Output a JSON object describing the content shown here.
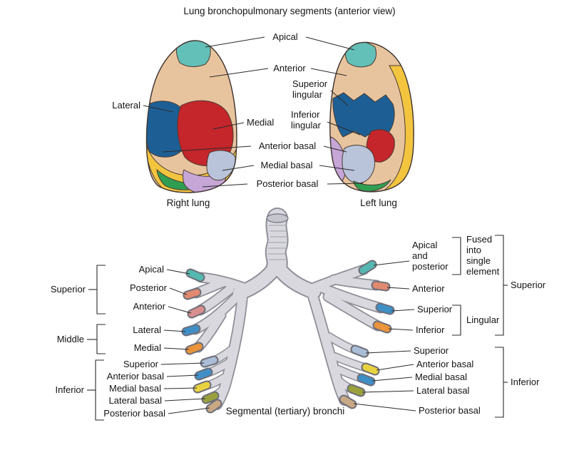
{
  "title": "Lung bronchopulmonary segments (anterior view)",
  "lung_diagram": {
    "right_lung_caption": "Right lung",
    "left_lung_caption": "Left lung",
    "labels": {
      "apical": "Apical",
      "anterior": "Anterior",
      "superior_lingular": [
        "Superior",
        "lingular"
      ],
      "inferior_lingular": [
        "Inferior",
        "lingular"
      ],
      "lateral": "Lateral",
      "medial": "Medial",
      "anterior_basal": "Anterior basal",
      "medial_basal": "Medial basal",
      "posterior_basal": "Posterior basal"
    }
  },
  "bronchi_diagram": {
    "caption": "Segmental (tertiary) bronchi",
    "left_side": {
      "group_superior": "Superior",
      "group_middle": "Middle",
      "group_inferior": "Inferior",
      "items": [
        "Apical",
        "Posterior",
        "Anterior",
        "Lateral",
        "Medial",
        "Superior",
        "Anterior basal",
        "Medial basal",
        "Lateral basal",
        "Posterior basal"
      ]
    },
    "right_side": {
      "apical_and_posterior": [
        "Apical",
        "and",
        "posterior"
      ],
      "fused_note": [
        "Fused",
        "into",
        "single",
        "element"
      ],
      "anterior": "Anterior",
      "lingular_superior": "Superior",
      "lingular_inferior": "Inferior",
      "lingular_group": "Lingular",
      "group_superior": "Superior",
      "items_inferior": [
        "Superior",
        "Anterior basal",
        "Medial basal",
        "Lateral basal",
        "Posterior basal"
      ],
      "group_inferior": "Inferior"
    }
  },
  "colors": {
    "apical_teal": "#63c0b8",
    "anterior_tan": "#e8c49e",
    "segment_dark_blue": "#1d5f95",
    "segment_red": "#c4262b",
    "segment_yellow": "#f3c53f",
    "segment_green": "#2f9e52",
    "segment_purple": "#c6a5d7",
    "segment_gray_blue": "#b9c4da",
    "stub_teal": "#55b8b0",
    "stub_salmon": "#e08a70",
    "stub_rose": "#d98f8f",
    "stub_blue": "#3f8fc6",
    "stub_orange": "#e9943c",
    "stub_slate": "#a9bdd6",
    "stub_yellow": "#e8d23f",
    "stub_olive": "#9aa13c",
    "stub_tan": "#c9a985"
  }
}
